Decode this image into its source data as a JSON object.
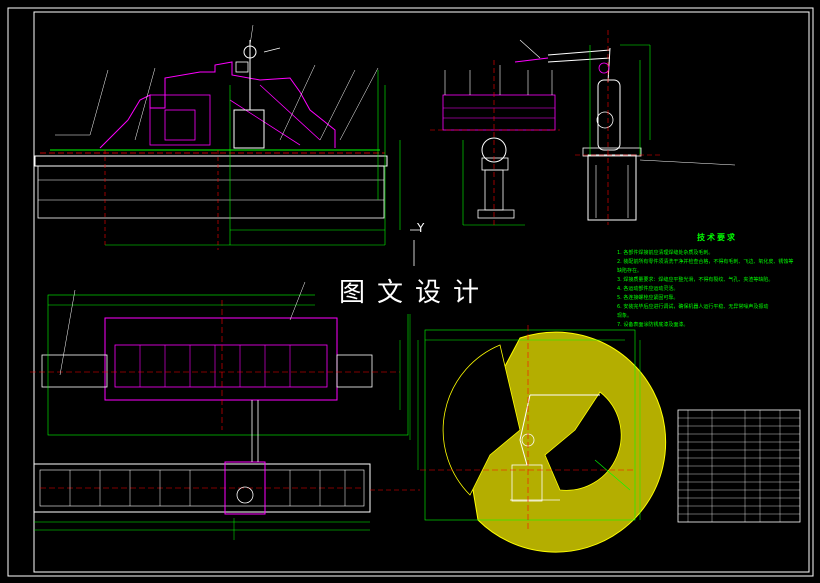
{
  "banner": {
    "text": "图文设计"
  },
  "view_label": {
    "y_axis": "Y"
  },
  "tech_requirements": {
    "title": "技术要求",
    "lines": [
      "1. 各部件焊接前应清理焊缝处杂质及毛刺。",
      "2. 装配前所有零件须清洗干净并检查合格，不得有毛刺、飞边、氧化皮、锈蚀等",
      "缺陷存在。",
      "3. 焊接质量要求：焊缝应平整光滑，不得有裂纹、气孔、夹渣等缺陷。",
      "4. 各运动部件应运动灵活。",
      "5. 各连接螺栓应紧固可靠。",
      "6. 安装完毕后应进行调试，确保机器人运行平稳、无异常噪声及振动",
      "现象。",
      "7. 设备表面涂防锈底漆及面漆。"
    ]
  },
  "palette": {
    "background": "#000000",
    "frame": "#ffffff",
    "structure": "#ffffff",
    "robot": "#ff00ff",
    "dimension": "#00ff00",
    "centerline": "#ff0000",
    "workspace": "#ffff00",
    "leader": "#ffffff"
  }
}
